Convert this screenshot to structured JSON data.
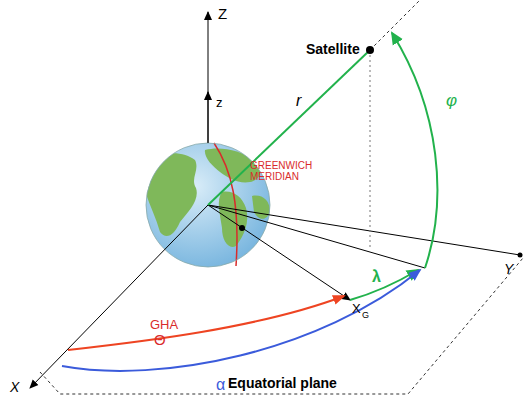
{
  "diagram": {
    "labels": [
      "Z",
      "z",
      "Satellite",
      "r",
      "φ",
      "GREENWICH MERIDIAN",
      "GHA",
      "Θ",
      "λ",
      "α",
      "X",
      "Y",
      "X",
      "G",
      "Equatorial plane"
    ]
  }
}
